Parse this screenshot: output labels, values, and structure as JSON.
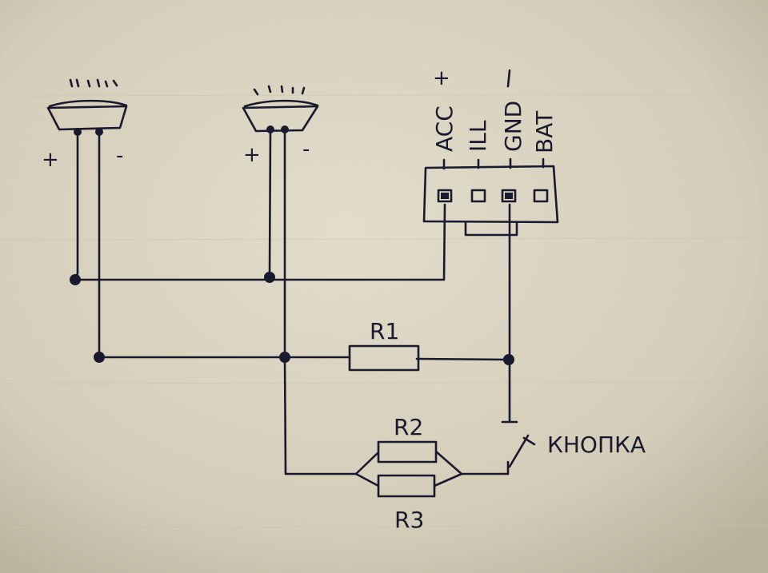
{
  "lamp_left": {
    "plus": "+",
    "minus": "-"
  },
  "lamp_right": {
    "plus": "+",
    "minus": "-"
  },
  "connector": {
    "plus_top": "+",
    "pins": [
      "ACC",
      "ILL",
      "GND",
      "BAT"
    ]
  },
  "resistors": {
    "r1": "R1",
    "r2": "R2",
    "r3": "R3"
  },
  "button_label": "КНОПКА",
  "colors": {
    "paper": "#d8d2bf",
    "ink": "#1a1a2e"
  }
}
